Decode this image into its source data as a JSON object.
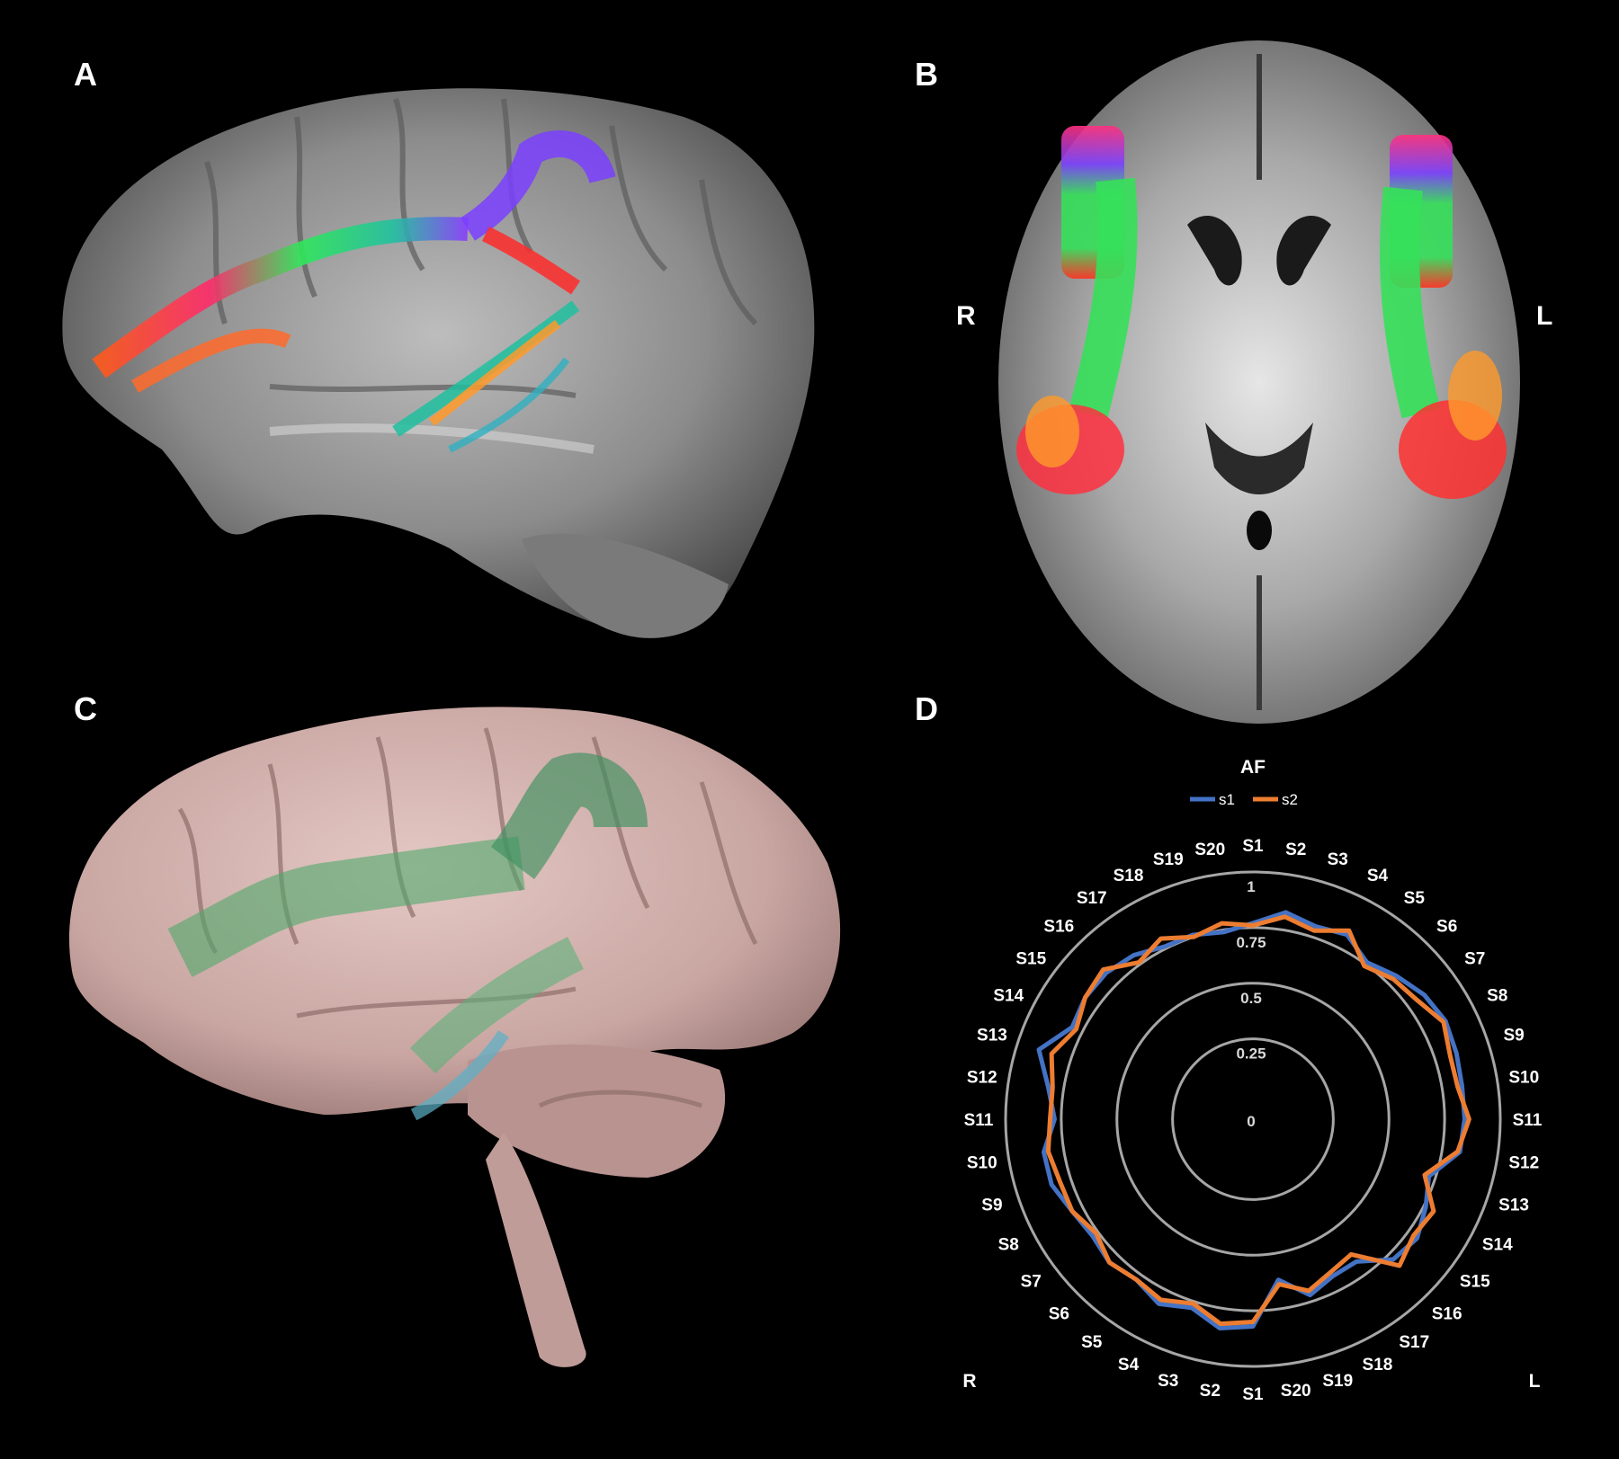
{
  "panels": {
    "a": {
      "letter": "A"
    },
    "b": {
      "letter": "B",
      "right_label": "R",
      "left_label": "L"
    },
    "c": {
      "letter": "C"
    },
    "d": {
      "letter": "D",
      "right_label": "R",
      "left_label": "L"
    }
  },
  "chart_data": {
    "type": "radar",
    "title": "AF",
    "legend": [
      "s1",
      "s2"
    ],
    "legend_position": "top",
    "rlim": [
      0,
      1
    ],
    "ring_labels": [
      "0",
      "0.25",
      "0.5",
      "0.75",
      "1"
    ],
    "categories": [
      "S1",
      "S2",
      "S3",
      "S4",
      "S5",
      "S6",
      "S7",
      "S8",
      "S9",
      "S10",
      "S11",
      "S12",
      "S13",
      "S14",
      "S15",
      "S16",
      "S17",
      "S18",
      "S19",
      "S20",
      "S1",
      "S2",
      "S3",
      "S4",
      "S5",
      "S6",
      "S7",
      "S8",
      "S9",
      "S10",
      "S11",
      "S12",
      "S13",
      "S14",
      "S15",
      "S16",
      "S17",
      "S18",
      "S19",
      "S20"
    ],
    "series": [
      {
        "name": "s1",
        "color": "#4472c4",
        "values": [
          0.77,
          0.83,
          0.8,
          0.82,
          0.76,
          0.8,
          0.84,
          0.86,
          0.85,
          0.84,
          0.84,
          0.83,
          0.72,
          0.76,
          0.8,
          0.78,
          0.68,
          0.68,
          0.72,
          0.62,
          0.82,
          0.84,
          0.78,
          0.82,
          0.78,
          0.8,
          0.78,
          0.8,
          0.84,
          0.84,
          0.78,
          0.82,
          0.9,
          0.8,
          0.82,
          0.82,
          0.8,
          0.76,
          0.76,
          0.74
        ]
      },
      {
        "name": "s2",
        "color": "#ed7d31",
        "values": [
          0.76,
          0.81,
          0.78,
          0.84,
          0.74,
          0.78,
          0.8,
          0.85,
          0.82,
          0.82,
          0.86,
          0.82,
          0.7,
          0.8,
          0.78,
          0.82,
          0.64,
          0.66,
          0.7,
          0.64,
          0.8,
          0.82,
          0.76,
          0.8,
          0.78,
          0.8,
          0.76,
          0.8,
          0.8,
          0.82,
          0.8,
          0.8,
          0.84,
          0.78,
          0.82,
          0.84,
          0.76,
          0.8,
          0.75,
          0.78
        ]
      }
    ],
    "side_labels": {
      "right": "R",
      "left": "L"
    }
  }
}
